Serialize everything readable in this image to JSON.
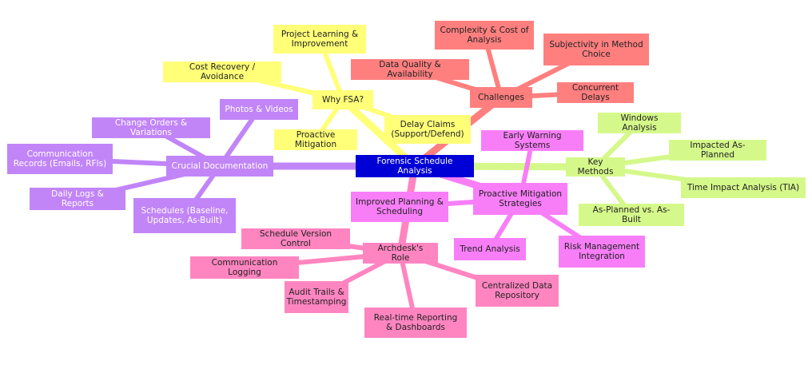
{
  "colors": {
    "root": "#0000d6",
    "why": "#ffff78",
    "challenges": "#ff7f7f",
    "methods": "#d5f88a",
    "mitigation": "#f87ef8",
    "archdesk": "#ff85c0",
    "documentation": "#c185f8"
  },
  "mindmap": {
    "root": "Forensic Schedule Analysis",
    "why": {
      "label": "Why FSA?",
      "items": [
        "Project Learning & Improvement",
        "Cost Recovery / Avoidance",
        "Proactive Mitigation",
        "Delay Claims (Support/Defend)"
      ]
    },
    "challenges": {
      "label": "Challenges",
      "items": [
        "Complexity & Cost of Analysis",
        "Data Quality & Availability",
        "Subjectivity in Method Choice",
        "Concurrent Delays"
      ]
    },
    "methods": {
      "label": "Key Methods",
      "items": [
        "Windows Analysis",
        "Impacted As-Planned",
        "Time Impact Analysis (TIA)",
        "As-Planned vs. As-Built"
      ]
    },
    "mitigation": {
      "label": "Proactive Mitigation Strategies",
      "items": [
        "Early Warning Systems",
        "Improved Planning & Scheduling",
        "Trend Analysis",
        "Risk Management Integration"
      ]
    },
    "archdesk": {
      "label": "Archdesk's Role",
      "items": [
        "Schedule Version Control",
        "Communication Logging",
        "Audit Trails & Timestamping",
        "Real-time Reporting & Dashboards",
        "Centralized Data Repository"
      ]
    },
    "documentation": {
      "label": "Crucial Documentation",
      "items": [
        "Photos & Videos",
        "Change Orders & Variations",
        "Communication Records (Emails, RFIs)",
        "Daily Logs & Reports",
        "Schedules (Baseline, Updates, As-Built)"
      ]
    }
  }
}
